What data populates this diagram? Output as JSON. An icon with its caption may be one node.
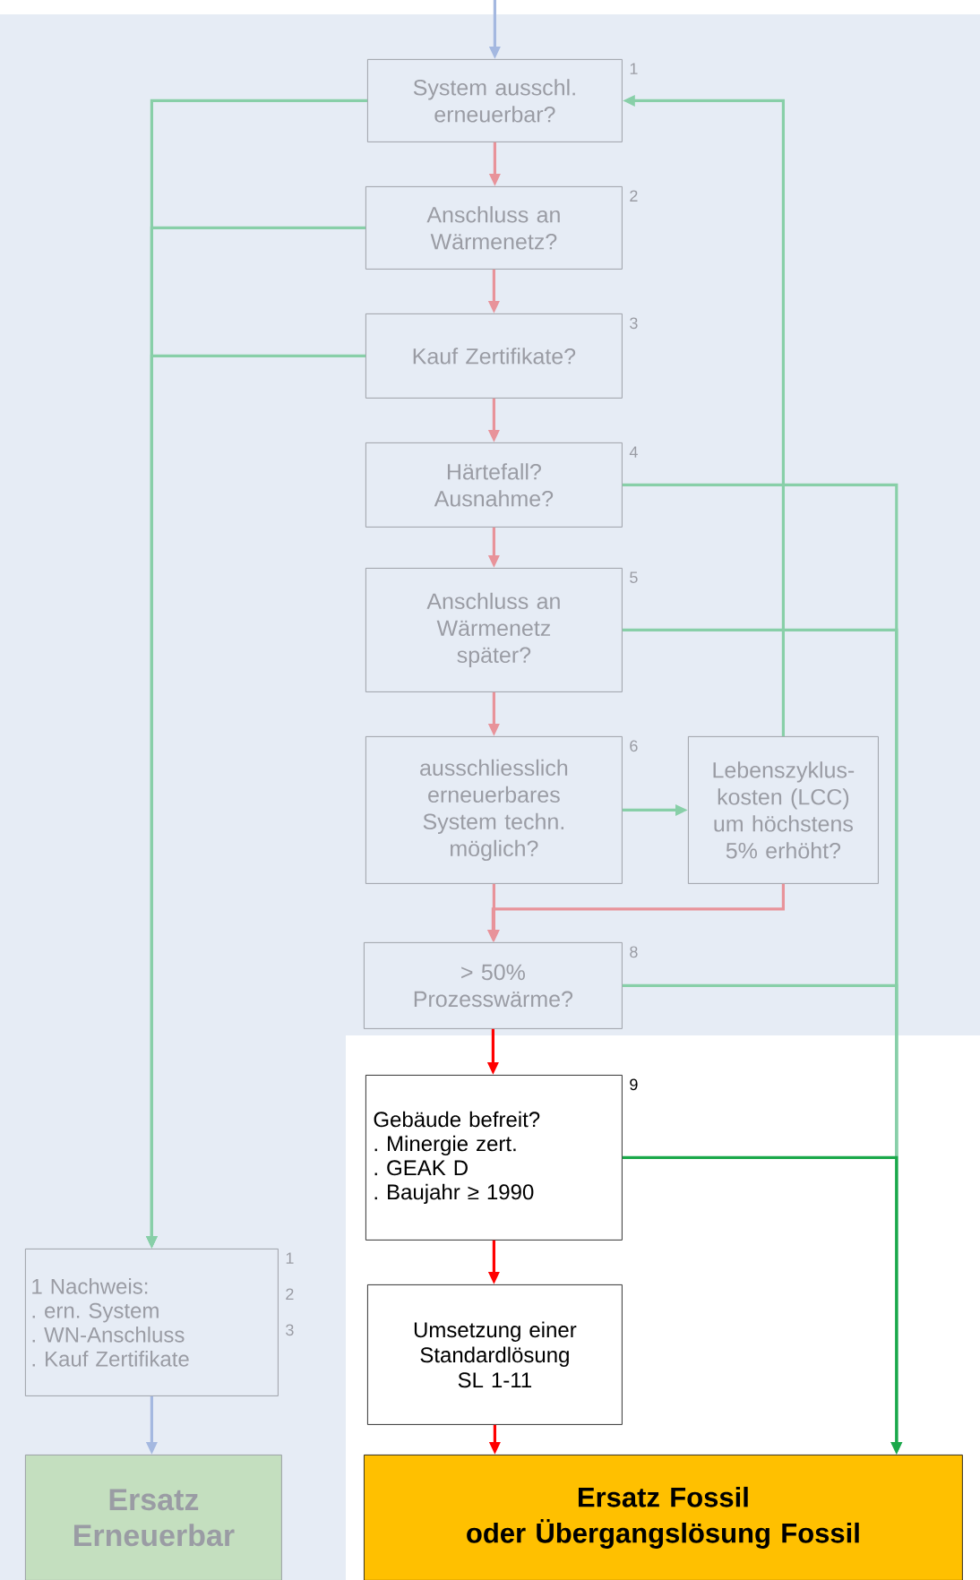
{
  "diagram": {
    "nodes": [
      {
        "text": [
          "System ausschl. erneuerbar?"
        ],
        "beside": [
          "1"
        ]
      },
      {
        "text": [
          "Anschluss an Wärmenetz?"
        ],
        "beside": [
          "2"
        ]
      },
      {
        "text": [
          "Kauf Zertifikate?"
        ],
        "beside": [
          "3"
        ]
      },
      {
        "text": [
          "Härtefall? Ausnahme?"
        ],
        "beside": [
          "4"
        ]
      },
      {
        "text": [
          "Anschluss an Wärmenetz später?"
        ],
        "beside": [
          "5"
        ]
      },
      {
        "text": [
          "ausschliesslich erneuerbares System techn. möglich?"
        ],
        "beside": [
          "6"
        ]
      },
      {
        "text": [
          "Lebenszyklus- kosten (LCC) um höchstens 5% erhöht?"
        ]
      },
      {
        "text": [
          "> 50% Prozesswärme?"
        ],
        "beside": [
          "8"
        ]
      },
      {
        "text": [
          "Gebäude befreit?",
          ". Minergie zert.",
          ". GEAK D",
          ". Baujahr ≥ 1990"
        ],
        "beside": [
          "9"
        ]
      },
      {
        "text": [
          "Umsetzung einer Standardlösung SL 1-11"
        ]
      },
      {
        "text": [
          "Ersatz Fossil",
          "oder Übergangslösung Fossil"
        ]
      },
      {
        "text": [
          "1 Nachweis:",
          ". ern. System",
          ". WN-Anschluss",
          ". Kauf Zertifikate"
        ],
        "beside": [
          "1",
          "2",
          "3"
        ]
      },
      {
        "text": [
          "Ersatz Erneuerbar"
        ]
      }
    ],
    "edges": [
      {
        "from": null,
        "to": 0,
        "arrow": "to",
        "color": "#a4b8e0"
      },
      {
        "from": 0,
        "to": 1,
        "arrow": "to",
        "color": "#e8939a"
      },
      {
        "from": 1,
        "to": 2,
        "arrow": "to",
        "color": "#e8939a"
      },
      {
        "from": 2,
        "to": 3,
        "arrow": "to",
        "color": "#e8939a"
      },
      {
        "from": 3,
        "to": 4,
        "arrow": "to",
        "color": "#e8939a"
      },
      {
        "from": 4,
        "to": 5,
        "arrow": "to",
        "color": "#e8939a"
      },
      {
        "from": 5,
        "to": 6,
        "arrow": "to",
        "color": "#88cfa8"
      },
      {
        "from": 5,
        "to": 7,
        "arrow": "to",
        "color": "#e8939a"
      },
      {
        "from": 6,
        "to": 7,
        "arrow": "to",
        "color": "#e8939a"
      },
      {
        "from": 6,
        "to": 0,
        "arrow": "to",
        "color": "#88cfa8"
      },
      {
        "from": 0,
        "to": 11,
        "arrow": "to",
        "color": "#88cfa8"
      },
      {
        "from": 1,
        "to": 11,
        "arrow": "to",
        "color": "#88cfa8"
      },
      {
        "from": 2,
        "to": 11,
        "arrow": "to",
        "color": "#88cfa8"
      },
      {
        "from": 3,
        "to": 10,
        "arrow": "to",
        "color": "#88cfa8"
      },
      {
        "from": 4,
        "to": 10,
        "arrow": "to",
        "color": "#88cfa8"
      },
      {
        "from": 7,
        "to": 10,
        "arrow": "to",
        "color": "#88cfa8"
      },
      {
        "from": 7,
        "to": 8,
        "arrow": "to",
        "color": "#ff0000"
      },
      {
        "from": 8,
        "to": 10,
        "arrow": "to",
        "color": "#1aa84a"
      },
      {
        "from": 8,
        "to": 9,
        "arrow": "to",
        "color": "#ff0000"
      },
      {
        "from": 9,
        "to": 10,
        "arrow": "to",
        "color": "#ff0000"
      },
      {
        "from": 11,
        "to": 12,
        "arrow": "to",
        "color": "#a4b8e0"
      }
    ]
  }
}
